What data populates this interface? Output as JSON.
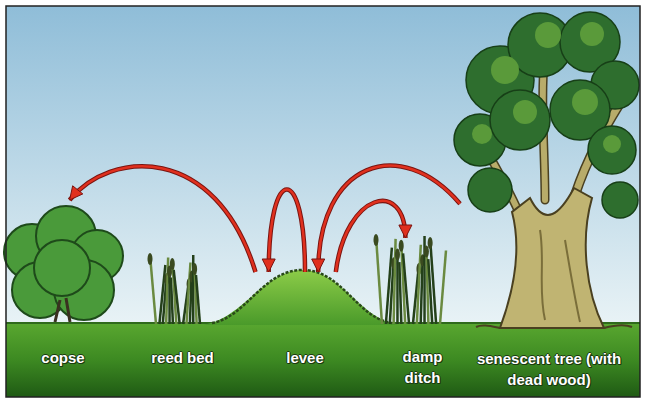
{
  "diagram": {
    "nodes": [
      {
        "text": [
          "copse"
        ]
      },
      {
        "text": [
          "reed bed"
        ]
      },
      {
        "text": [
          "levee"
        ]
      },
      {
        "text": [
          "damp ditch"
        ]
      },
      {
        "text": [
          "senescent tree (with dead wood)"
        ]
      }
    ],
    "edges": [
      {
        "from": 2,
        "to": 0,
        "arrow": "to"
      },
      {
        "from": 2,
        "to": 2,
        "arrow": "to"
      },
      {
        "from": 4,
        "to": 2,
        "arrow": "to"
      },
      {
        "from": 2,
        "to": 3,
        "arrow": "to"
      }
    ]
  }
}
